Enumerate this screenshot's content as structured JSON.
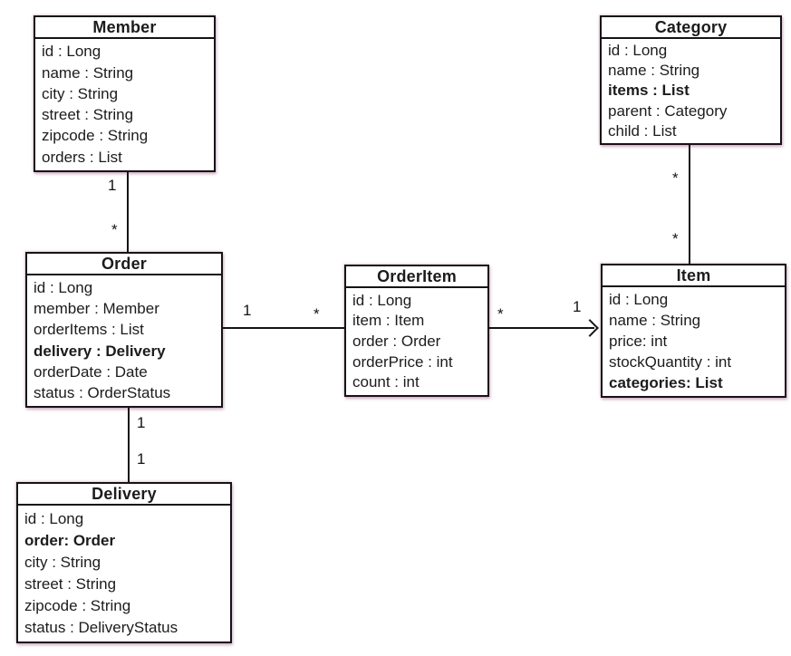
{
  "diagram": {
    "type": "uml-class-diagram",
    "colors": {
      "background": "#ffffff",
      "border": "#141414",
      "text": "#1c1c1c",
      "halo_shadow": "#ba7da6"
    },
    "classes": [
      {
        "name": "Member",
        "attributes": [
          {
            "text": "id : Long",
            "bold": false
          },
          {
            "text": "name : String",
            "bold": false
          },
          {
            "text": "city : String",
            "bold": false
          },
          {
            "text": "street : String",
            "bold": false
          },
          {
            "text": "zipcode : String",
            "bold": false
          },
          {
            "text": "orders : List",
            "bold": false
          }
        ]
      },
      {
        "name": "Category",
        "attributes": [
          {
            "text": "id : Long",
            "bold": false
          },
          {
            "text": "name : String",
            "bold": false
          },
          {
            "text": "items : List",
            "bold": true
          },
          {
            "text": "parent : Category",
            "bold": false
          },
          {
            "text": "child : List",
            "bold": false
          }
        ]
      },
      {
        "name": "Order",
        "attributes": [
          {
            "text": "id : Long",
            "bold": false
          },
          {
            "text": "member : Member",
            "bold": false
          },
          {
            "text": "orderItems : List",
            "bold": false
          },
          {
            "text": "delivery : Delivery",
            "bold": true
          },
          {
            "text": "orderDate : Date",
            "bold": false
          },
          {
            "text": "status : OrderStatus",
            "bold": false
          }
        ]
      },
      {
        "name": "OrderItem",
        "attributes": [
          {
            "text": "id : Long",
            "bold": false
          },
          {
            "text": "item : Item",
            "bold": false
          },
          {
            "text": "order : Order",
            "bold": false
          },
          {
            "text": "orderPrice : int",
            "bold": false
          },
          {
            "text": "count : int",
            "bold": false
          }
        ]
      },
      {
        "name": "Item",
        "attributes": [
          {
            "text": "id : Long",
            "bold": false
          },
          {
            "text": "name : String",
            "bold": false
          },
          {
            "text": "price: int",
            "bold": false
          },
          {
            "text": "stockQuantity : int",
            "bold": false
          },
          {
            "text": "categories: List",
            "bold": true
          }
        ]
      },
      {
        "name": "Delivery",
        "attributes": [
          {
            "text": "id : Long",
            "bold": false
          },
          {
            "text": "order: Order",
            "bold": true
          },
          {
            "text": "city : String",
            "bold": false
          },
          {
            "text": "street : String",
            "bold": false
          },
          {
            "text": "zipcode : String",
            "bold": false
          },
          {
            "text": "status : DeliveryStatus",
            "bold": false
          }
        ]
      }
    ],
    "relations": [
      {
        "from": "Member",
        "to": "Order",
        "from_label": "1",
        "to_label": "*",
        "arrow": false
      },
      {
        "from": "Order",
        "to": "OrderItem",
        "from_label": "1",
        "to_label": "*",
        "arrow": false
      },
      {
        "from": "OrderItem",
        "to": "Item",
        "from_label": "*",
        "to_label": "1",
        "arrow": true
      },
      {
        "from": "Order",
        "to": "Delivery",
        "from_label": "1",
        "to_label": "1",
        "arrow": false
      },
      {
        "from": "Category",
        "to": "Item",
        "from_label": "*",
        "to_label": "*",
        "arrow": false
      }
    ]
  }
}
